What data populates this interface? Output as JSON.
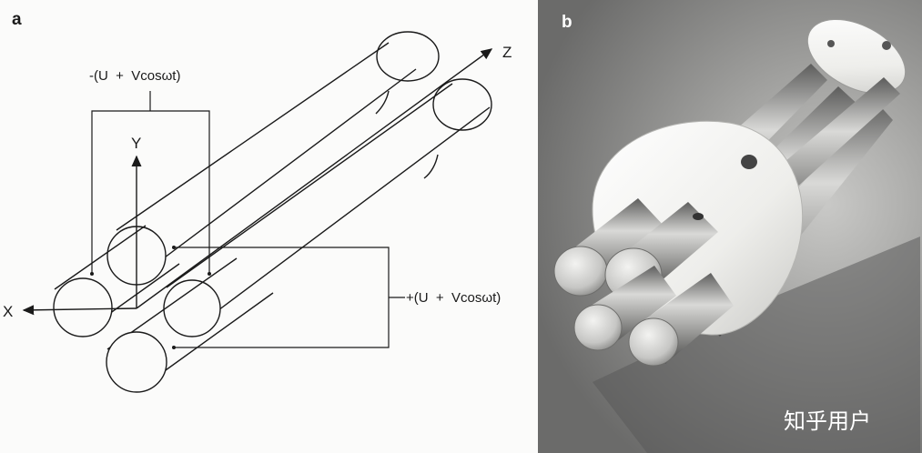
{
  "panel_a": {
    "letter": "a",
    "axes": {
      "x": "X",
      "y": "Y",
      "z": "Z"
    },
    "voltage_top": "-(U  +  Vcosωt)",
    "voltage_right": "+(U  +  Vcosωt)"
  },
  "panel_b": {
    "letter": "b",
    "watermark": "知乎用户"
  },
  "colors": {
    "ink": "#1a1a1a",
    "paper": "#fbfbfa",
    "steel": "#a8a8a6",
    "ptfe": "#f2f2ef"
  }
}
